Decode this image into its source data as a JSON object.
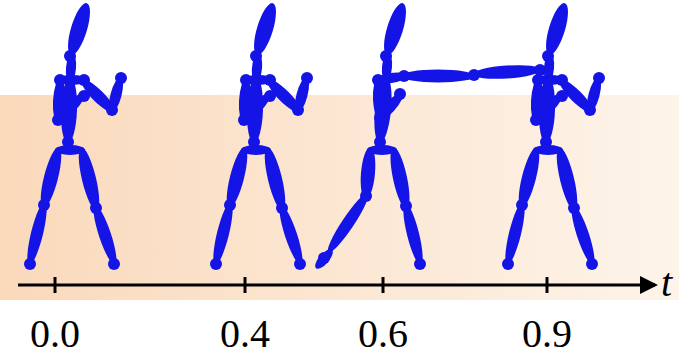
{
  "diagram": {
    "labels": [
      "0.0",
      "0.4",
      "0.6",
      "0.9",
      "t"
    ]
  }
}
